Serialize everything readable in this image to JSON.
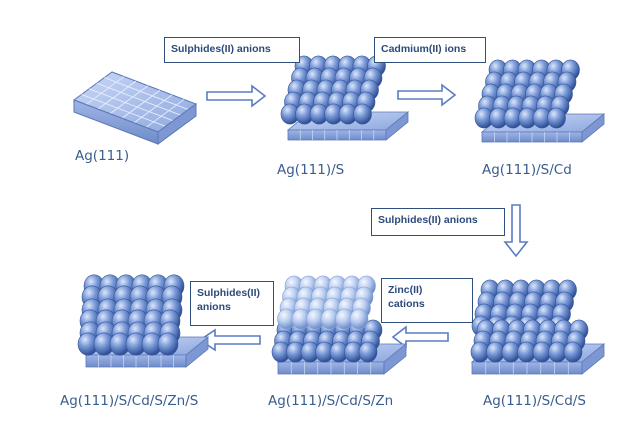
{
  "colors": {
    "sphere": "#5b7fc8",
    "sphere_light": "#b9cdf0",
    "slab": "#8fa8e0",
    "arrow": "#5a7cc4",
    "text": "#3a5d8f"
  },
  "stages": [
    {
      "id": "s1",
      "label": "Ag(111)"
    },
    {
      "id": "s2",
      "label": "Ag(111)/S"
    },
    {
      "id": "s3",
      "label": "Ag(111)/S/Cd"
    },
    {
      "id": "s4",
      "label": "Ag(111)/S/Cd/S"
    },
    {
      "id": "s5",
      "label": "Ag(111)/S/Cd/S/Zn"
    },
    {
      "id": "s6",
      "label": "Ag(111)/S/Cd/S/Zn/S"
    }
  ],
  "steps": [
    {
      "id": "step1",
      "text": "Sulphides(II) anions"
    },
    {
      "id": "step2",
      "text": "Cadmium(II) ions"
    },
    {
      "id": "step3",
      "text": "Sulphides(II)  anions"
    },
    {
      "id": "step4",
      "line1": "Zinc(II)",
      "line2": "cations"
    },
    {
      "id": "step5",
      "line1": "Sulphides(II)",
      "line2": "anions"
    }
  ]
}
